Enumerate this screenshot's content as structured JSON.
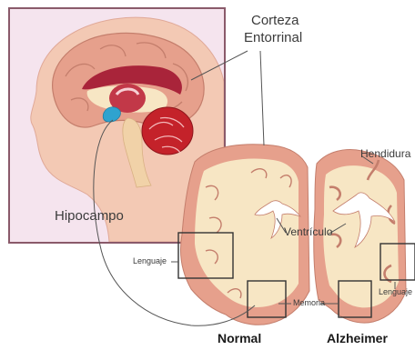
{
  "labels": {
    "corteza_line1": "Corteza",
    "corteza_line2": "Entorrinal",
    "hendidura": "Hendidura",
    "ventriculo": "Ventrículo",
    "hipocampo": "Hipocampo",
    "lenguaje_left": "Lenguaje",
    "lenguaje_right": "Lenguaje",
    "memoria": "Memoria",
    "normal": "Normal",
    "alzheimer": "Alzheimer"
  },
  "colors": {
    "frame": "#8a5a6a",
    "inset_bg": "#f5e4ee",
    "skin": "#f3c9b4",
    "cortex": "#e6a08c",
    "white_matter": "#f7e6c4",
    "ventricle": "#a9243a",
    "cerebellum": "#c4222a",
    "brainstem": "#f1d2a8",
    "hippocampus": "#2fa3cf",
    "leader_line": "#555555"
  }
}
